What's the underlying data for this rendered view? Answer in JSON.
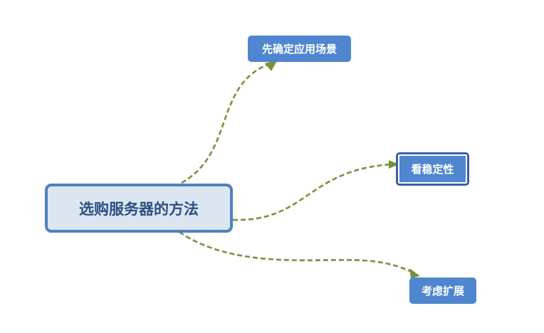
{
  "mindmap": {
    "root": {
      "label": "选购服务器的方法"
    },
    "children": [
      {
        "id": "scene",
        "label": "先确定应用场景"
      },
      {
        "id": "stability",
        "label": "看稳定性"
      },
      {
        "id": "expand",
        "label": "考虑扩展"
      }
    ]
  },
  "colors": {
    "connector": "#77923c",
    "root_fill": "#dce6f2",
    "root_border": "#4f81bd",
    "root_text": "#2b4f80",
    "child_fill": "#4f86cf",
    "child_text": "#ffffff",
    "selected_border": "#3d5fa6"
  }
}
